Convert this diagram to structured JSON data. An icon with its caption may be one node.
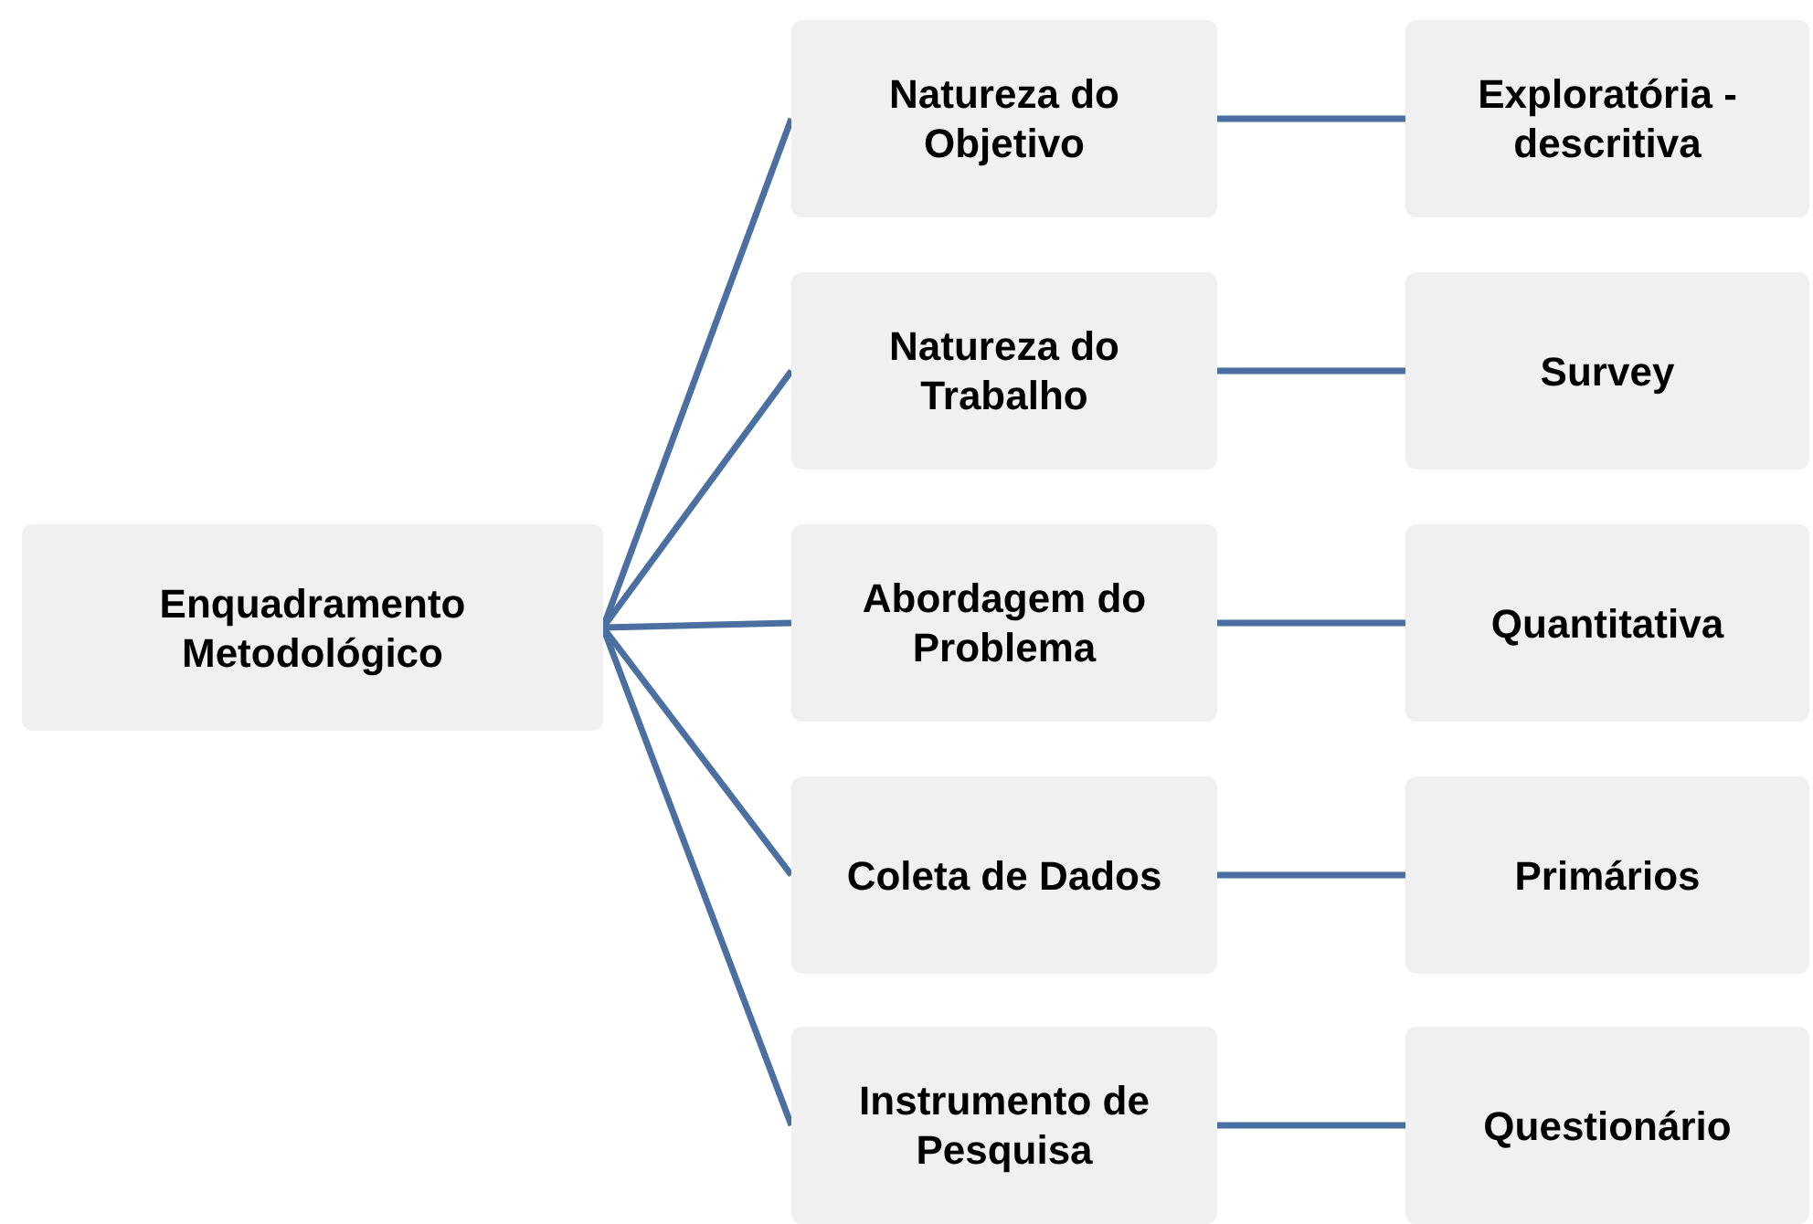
{
  "diagram": {
    "nodes": [
      {
        "text": [
          "Enquadramento Metodológico"
        ]
      },
      {
        "text": [
          "Natureza do Objetivo"
        ]
      },
      {
        "text": [
          "Exploratória - descritiva"
        ]
      },
      {
        "text": [
          "Natureza do Trabalho"
        ]
      },
      {
        "text": [
          "Survey"
        ]
      },
      {
        "text": [
          "Abordagem do Problema"
        ]
      },
      {
        "text": [
          "Quantitativa"
        ]
      },
      {
        "text": [
          "Coleta de Dados"
        ]
      },
      {
        "text": [
          "Primários"
        ]
      },
      {
        "text": [
          "Instrumento de Pesquisa"
        ]
      },
      {
        "text": [
          "Questionário"
        ]
      }
    ],
    "edges": [
      {
        "from": 0,
        "to": 1,
        "arrow": "none"
      },
      {
        "from": 0,
        "to": 3,
        "arrow": "none"
      },
      {
        "from": 0,
        "to": 5,
        "arrow": "none"
      },
      {
        "from": 0,
        "to": 7,
        "arrow": "none"
      },
      {
        "from": 0,
        "to": 9,
        "arrow": "none"
      },
      {
        "from": 1,
        "to": 2,
        "arrow": "none"
      },
      {
        "from": 3,
        "to": 4,
        "arrow": "none"
      },
      {
        "from": 5,
        "to": 6,
        "arrow": "none"
      },
      {
        "from": 7,
        "to": 8,
        "arrow": "none"
      },
      {
        "from": 9,
        "to": 10,
        "arrow": "none"
      }
    ]
  }
}
